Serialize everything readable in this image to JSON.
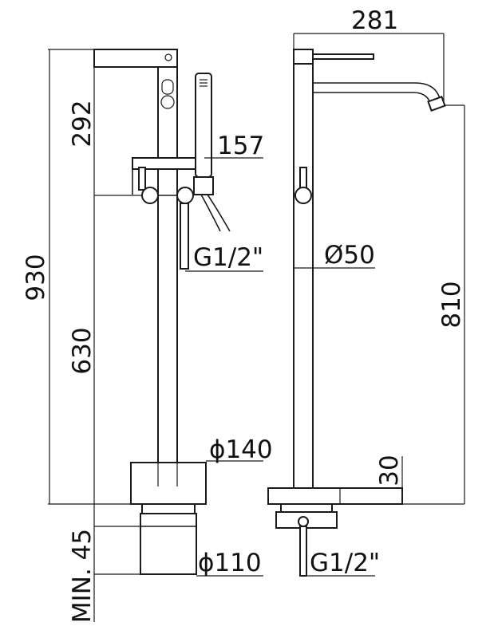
{
  "drawing": {
    "left_view": {
      "total_height": "930",
      "upper_height": "292",
      "lower_height": "630",
      "hand_shower_offset": "157",
      "inlet_thread": "G1/2\"",
      "base_diameter": "ϕ140",
      "flange_diameter": "ϕ110",
      "min_depth": "MIN. 45"
    },
    "right_view": {
      "spout_reach": "281",
      "spout_height": "810",
      "pipe_diameter": "Ø50",
      "base_height": "30",
      "inlet_thread": "G1/2\""
    }
  }
}
